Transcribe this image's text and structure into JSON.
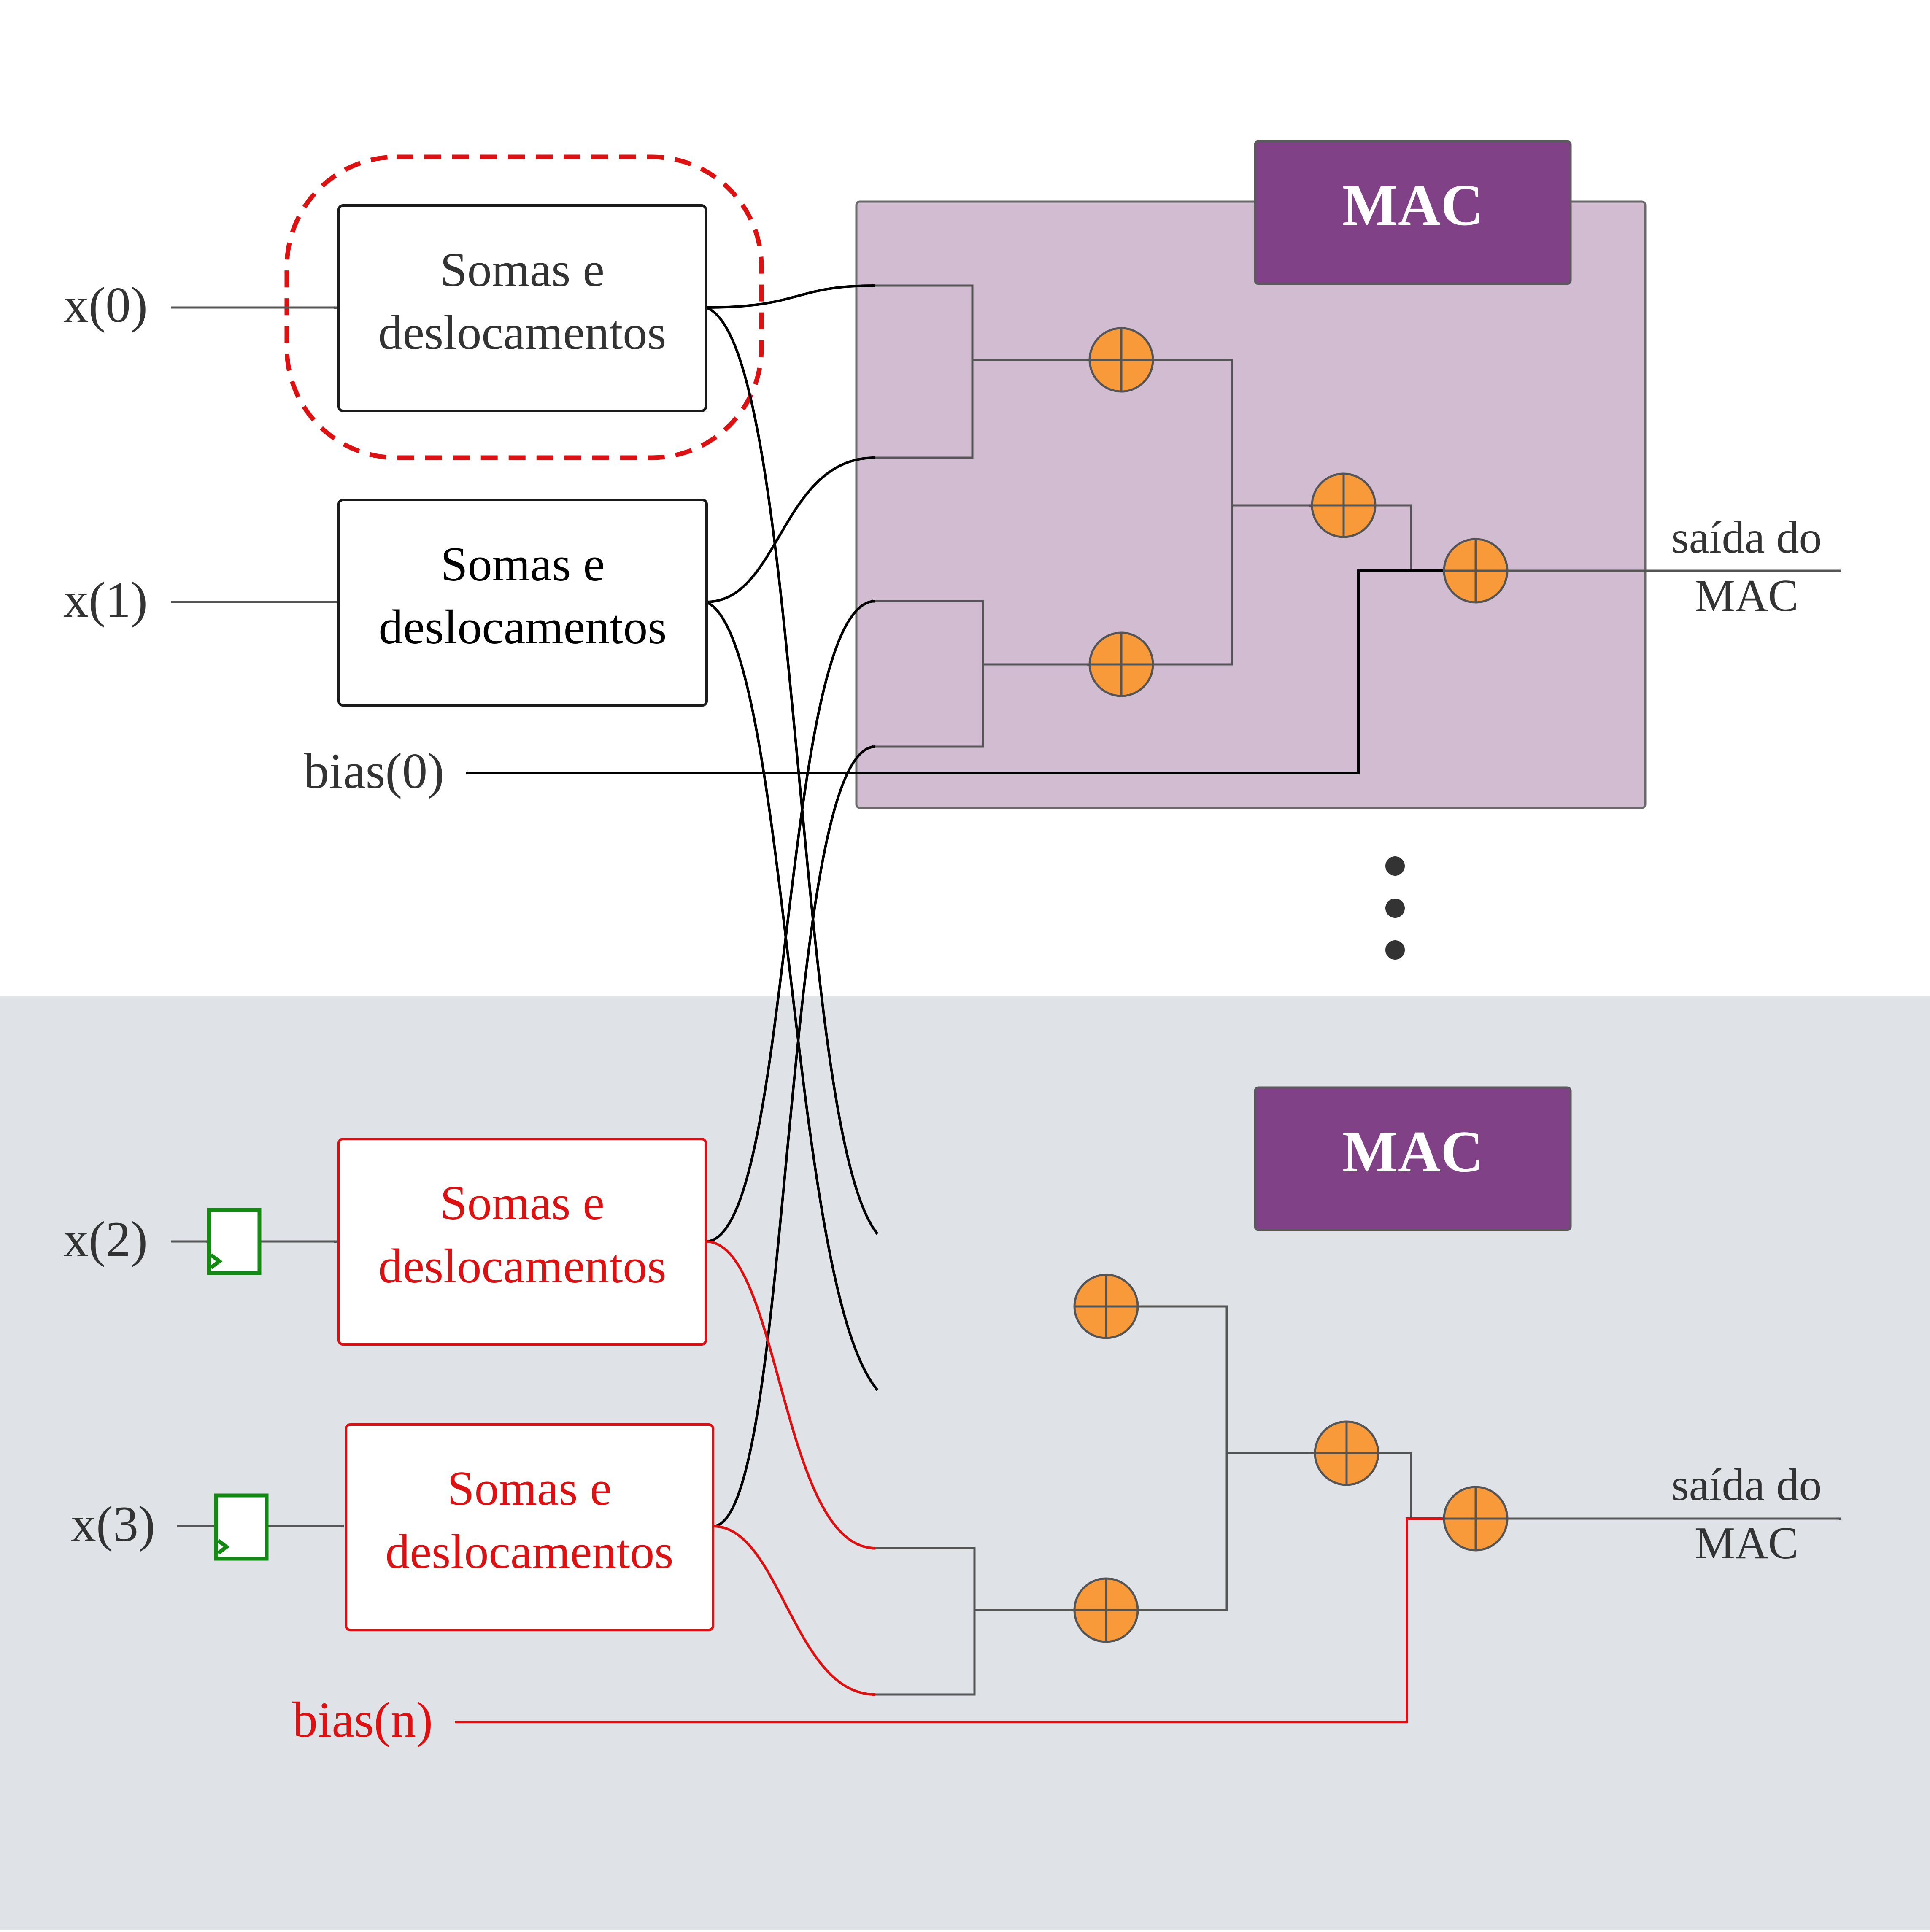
{
  "colors": {
    "mac_region": "#d1bcd1",
    "mac_title": "#804186",
    "lower_region": "#dfe3e8",
    "adder": "#f99a3a",
    "red": "#dd1111",
    "register": "#138a13"
  },
  "top": {
    "inputs": [
      "x(0)",
      "x(1)"
    ],
    "bias": "bias(0)",
    "block1": {
      "line1": "Somas e",
      "line2": "deslocamentos"
    },
    "block2": {
      "line1": "Somas e",
      "line2": "deslocamentos"
    },
    "mac_title": "MAC",
    "output": {
      "line1": "saída do",
      "line2": "MAC"
    }
  },
  "bottom": {
    "inputs": [
      "x(2)",
      "x(3)"
    ],
    "bias": "bias(n)",
    "block1": {
      "line1": "Somas e",
      "line2": "deslocamentos"
    },
    "block2": {
      "line1": "Somas e",
      "line2": "deslocamentos"
    },
    "mac_title": "MAC",
    "output": {
      "line1": "saída do",
      "line2": "MAC"
    }
  },
  "icons": [
    "adder-icon",
    "register-icon",
    "ellipsis-dots"
  ]
}
